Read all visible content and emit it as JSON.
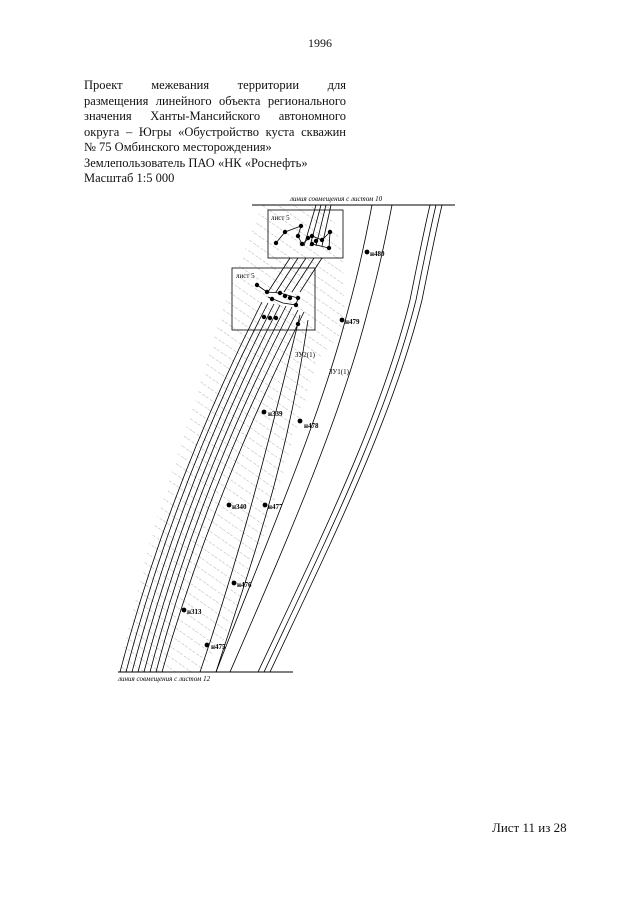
{
  "page_number": "1996",
  "title_lines": [
    "Проект межевания территории для",
    "размещения линейного объекта регионального",
    "значения Ханты-Мансийского автономного",
    "округа – Югры «Обустройство куста скважин",
    "№ 75 Омбинского месторождения»",
    "Землепользователь ПАО «НК «Роснефть»",
    "Масштаб 1:5 000"
  ],
  "map": {
    "top_caption": "линия совмещения с листом 10",
    "bottom_caption": "линия совмещения с листом 12",
    "box_labels": [
      "лист 5",
      "лист 5"
    ],
    "zone_labels": [
      "ЗУ2(1)",
      "ЗУ1(1)"
    ],
    "points": [
      "н480",
      "н479",
      "н339",
      "н478",
      "н340",
      "н477",
      "н476",
      "н313",
      "н475"
    ]
  },
  "footer": "Лист 11 из 28"
}
